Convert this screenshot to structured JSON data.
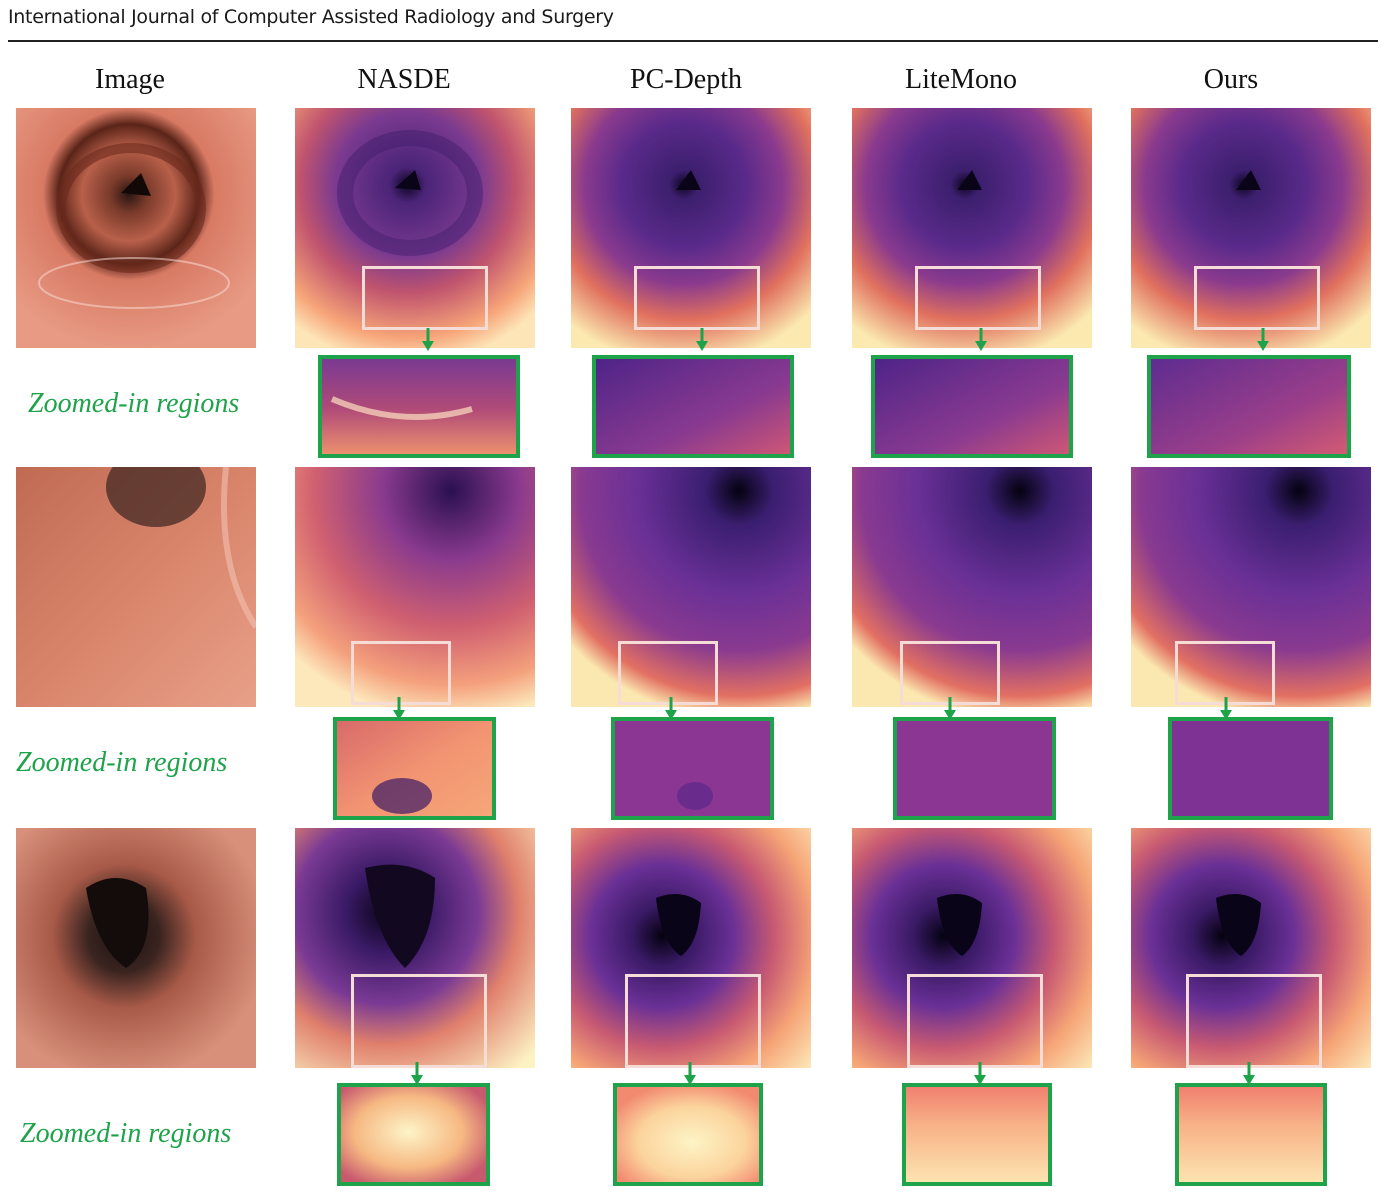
{
  "header": {
    "journal": "International Journal of Computer Assisted Radiology and Surgery"
  },
  "columns": [
    "Image",
    "NASDE",
    "PC-Depth",
    "LiteMono",
    "Ours"
  ],
  "zoom_label": "Zoomed-in regions",
  "colors": {
    "zoom_border": "#1ea34a",
    "crop_border": "#f5dcd6",
    "label": "#1ea34a"
  },
  "rows": [
    {
      "id": "row-1",
      "scene": "colon-lumen-ring"
    },
    {
      "id": "row-2",
      "scene": "colon-tube-folds"
    },
    {
      "id": "row-3",
      "scene": "colon-lumen-dark"
    }
  ]
}
